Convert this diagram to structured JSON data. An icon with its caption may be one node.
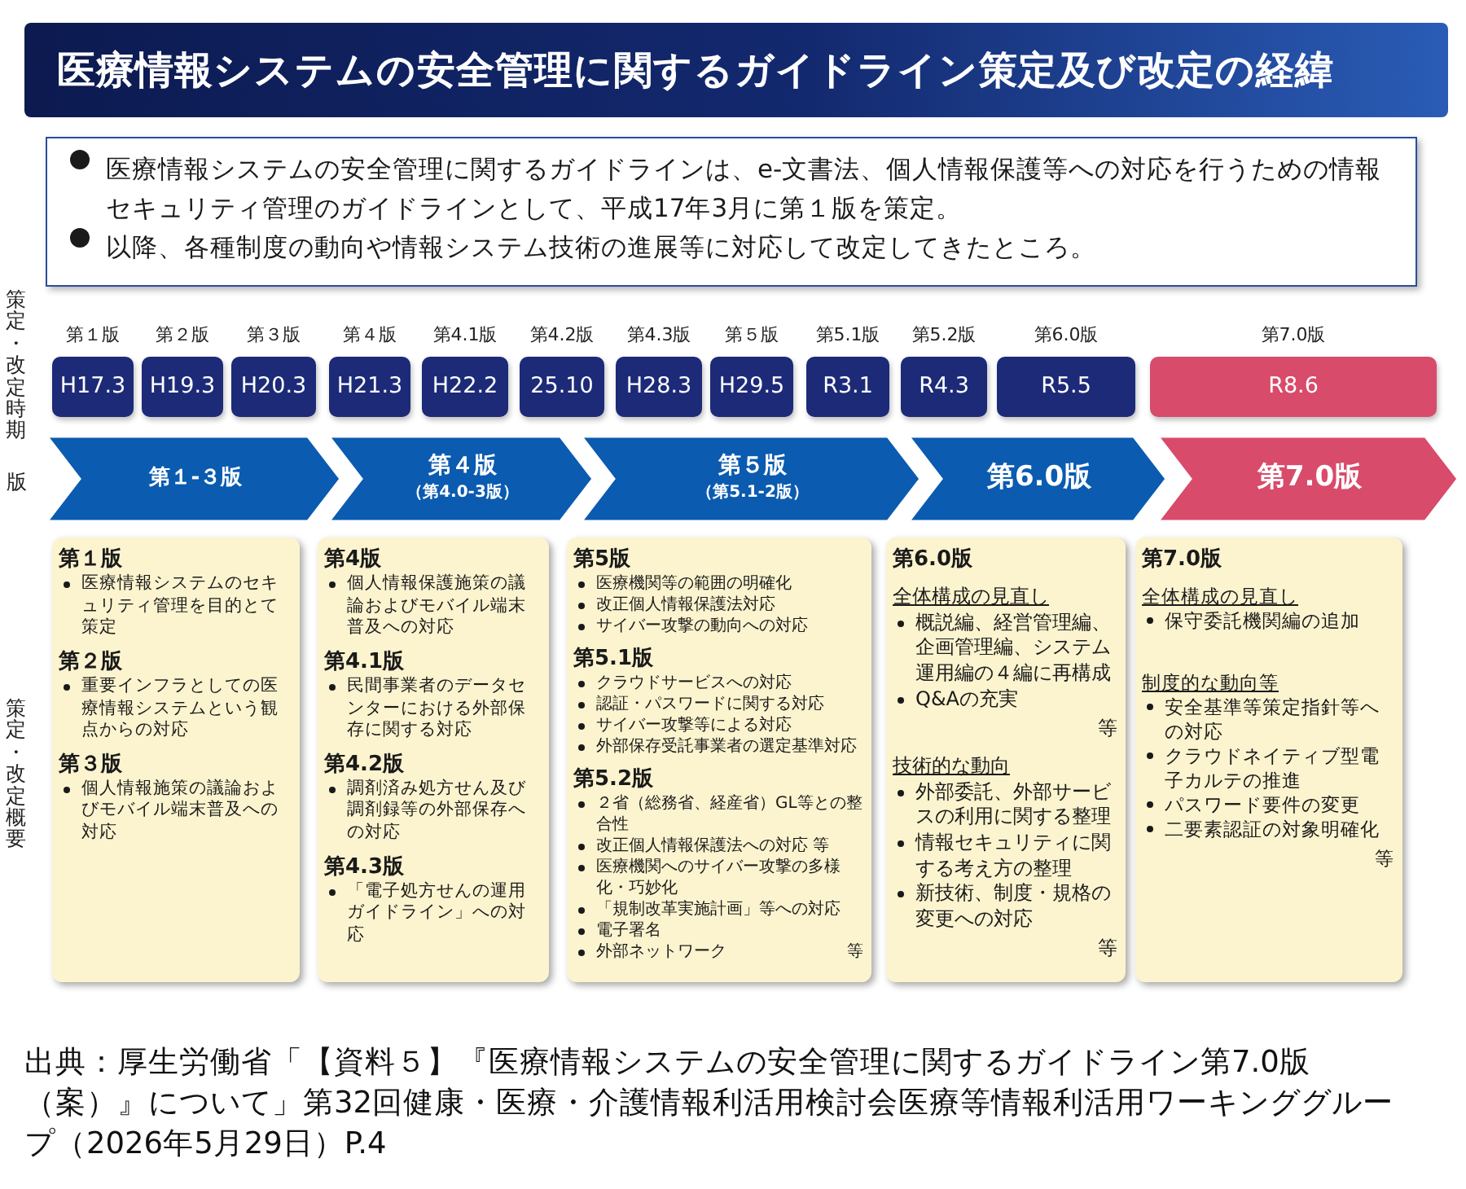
{
  "diagram": {
    "title": "医療情報システムの安全管理に関するガイドライン策定及び改定の経緯",
    "caption": "出典：厚生労働省「【資料５】『医療情報システムの安全管理に関するガイドライン第7.0版（案）』について」第32回健康・医療・介護情報利活用検討会医療等情報利活用ワーキンググループ（2026年5月29日）P.4",
    "nodes": [
      {
        "text": [
          "医療情報システムの安全管理に関するガイドラインは、e-文書法、個人情報保護等への対応を行うための情報セキュリティ管理のガイドラインとして、平成17年3月に第１版を策定。",
          "以降、各種制度の動向や情報システム技術の進展等に対応して改定してきたところ。"
        ]
      },
      {
        "text": [
          "第１版",
          "H17.3"
        ]
      },
      {
        "text": [
          "第２版",
          "H19.3"
        ]
      },
      {
        "text": [
          "第３版",
          "H20.3"
        ]
      },
      {
        "text": [
          "第４版",
          "H21.3"
        ]
      },
      {
        "text": [
          "第4.1版",
          "H22.2"
        ]
      },
      {
        "text": [
          "第4.2版",
          "25.10"
        ]
      },
      {
        "text": [
          "第4.3版",
          "H28.3"
        ]
      },
      {
        "text": [
          "第５版",
          "H29.5"
        ]
      },
      {
        "text": [
          "第5.1版",
          "R3.1"
        ]
      },
      {
        "text": [
          "第5.2版",
          "R4.3"
        ]
      },
      {
        "text": [
          "第6.0版",
          "R5.5"
        ]
      },
      {
        "text": [
          "第7.0版",
          "R8.6"
        ]
      },
      {
        "text": [
          "第１-３版"
        ]
      },
      {
        "text": [
          "第４版",
          "（第4.0-3版）"
        ]
      },
      {
        "text": [
          "第５版",
          "（第5.1-2版）"
        ]
      },
      {
        "text": [
          "第6.0版"
        ]
      },
      {
        "text": [
          "第7.0版"
        ]
      },
      {
        "text": [
          "第１版",
          "医療情報システムのセキュリティ管理を目的とて策定",
          "第２版",
          "重要インフラとしての医療情報システムという観点からの対応",
          "第３版",
          "個人情報施策の議論およびモバイル端末普及への対応"
        ]
      },
      {
        "text": [
          "第4版",
          "個人情報保護施策の議論およびモバイル端末普及への対応",
          "第4.1版",
          "民間事業者のデータセンターにおける外部保存に関する対応",
          "第4.2版",
          "調剤済み処方せん及び調剤録等の外部保存への対応",
          "第4.3版",
          "「電子処方せんの運用ガイドライン」への対応"
        ]
      },
      {
        "text": [
          "第5版",
          "医療機関等の範囲の明確化",
          "改正個人情報保護法対応",
          "サイバー攻撃の動向への対応",
          "第5.1版",
          "クラウドサービスへの対応",
          "認証・パスワードに関する対応",
          "サイバー攻撃等による対応",
          "外部保存受託事業者の選定基準対応",
          "第5.2版",
          "２省（総務省、経産省）GL等との整合性",
          "改正個人情報保護法への対応 等",
          "医療機関へのサイバー攻撃の多様化・巧妙化",
          "「規制改革実施計画」等への対応",
          "電子署名",
          "外部ネットワーク",
          "等"
        ]
      },
      {
        "text": [
          "第6.0版",
          "全体構成の見直し",
          "概説編、経営管理編、企画管理編、システム運用編の４編に再構成",
          "Q&Aの充実",
          "等",
          "技術的な動向",
          "外部委託、外部サービスの利用に関する整理",
          "情報セキュリティに関する考え方の整理",
          "新技術、制度・規格の変更への対応",
          "等"
        ]
      },
      {
        "text": [
          "第7.0版",
          "全体構成の見直し",
          "保守委託機関編の追加",
          "制度的な動向等",
          "安全基準等策定指針等への対応",
          "クラウドネイティブ型電子カルテの推進",
          "パスワード要件の変更",
          "二要素認証の対象明確化",
          "等"
        ]
      }
    ],
    "labels": [
      "策定・改定時期",
      "版",
      "策定・改定概要"
    ]
  }
}
